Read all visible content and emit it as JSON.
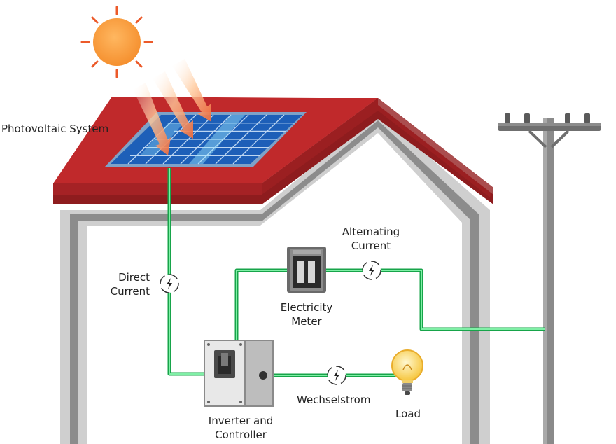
{
  "labels": {
    "pv_system": "Photovoltaic System",
    "direct_current": [
      "Direct",
      "Current"
    ],
    "alternating_current": [
      "Altemating",
      "Current"
    ],
    "meter": [
      "Electricity",
      "Meter"
    ],
    "inverter": [
      "Inverter and",
      "Controller"
    ],
    "wechselstrom": "Wechselstrom",
    "load": "Load"
  },
  "colors": {
    "wire": "#3fd37a",
    "wire_dark": "#17a44a",
    "roof": "#b8262a",
    "sun": "#f59a3c",
    "sun_ray": "#ec5a2a",
    "panel": "#1d5fb8"
  },
  "icons": [
    "sun-icon",
    "current-flow-icon",
    "light-bulb-icon",
    "utility-pole-icon"
  ]
}
